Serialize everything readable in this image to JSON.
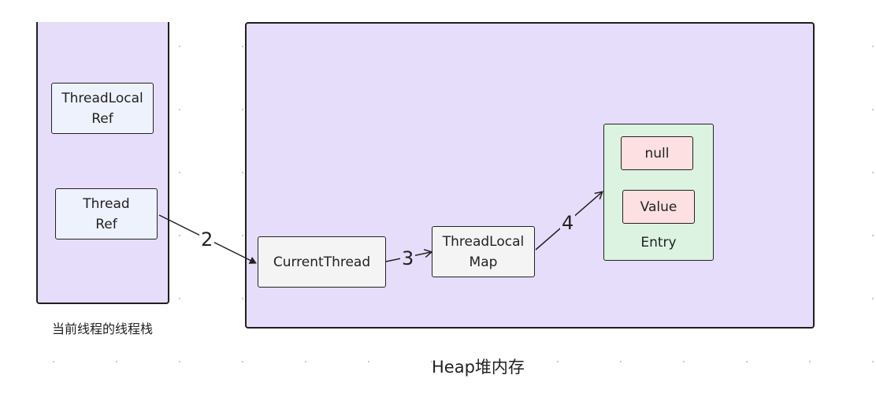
{
  "stack": {
    "caption": "当前线程的线程栈",
    "threadlocal_ref": "ThreadLocal\nRef",
    "thread_ref": "Thread\nRef"
  },
  "heap": {
    "caption": "Heap堆内存",
    "current_thread": "CurrentThread",
    "threadlocal_map": "ThreadLocal\nMap",
    "entry": {
      "label": "Entry",
      "key": "null",
      "value": "Value"
    }
  },
  "edges": [
    {
      "from": "thread_ref",
      "to": "current_thread",
      "label": "2"
    },
    {
      "from": "current_thread",
      "to": "threadlocal_map",
      "label": "3"
    },
    {
      "from": "threadlocal_map",
      "to": "entry",
      "label": "4"
    }
  ],
  "colors": {
    "container_fill": "#e6ddfb",
    "ref_box_fill": "#eef2fc",
    "object_box_fill": "#f4f4f4",
    "entry_fill": "#dcf3e1",
    "entry_item_fill": "#fce0e2"
  }
}
